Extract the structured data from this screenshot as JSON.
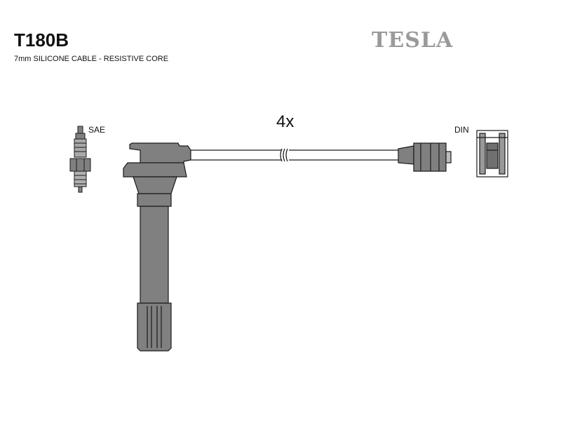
{
  "header": {
    "part_number": "T180B",
    "subtitle": "7mm SILICONE CABLE - RESISTIVE CORE",
    "brand": "TESLA"
  },
  "diagram": {
    "spark_plug_label": "SAE",
    "distributor_label": "DIN",
    "quantity_label": "4x"
  },
  "colors": {
    "part_fill": "#808080",
    "outline": "#1a1a1a",
    "brand": "#9a9a9a"
  }
}
